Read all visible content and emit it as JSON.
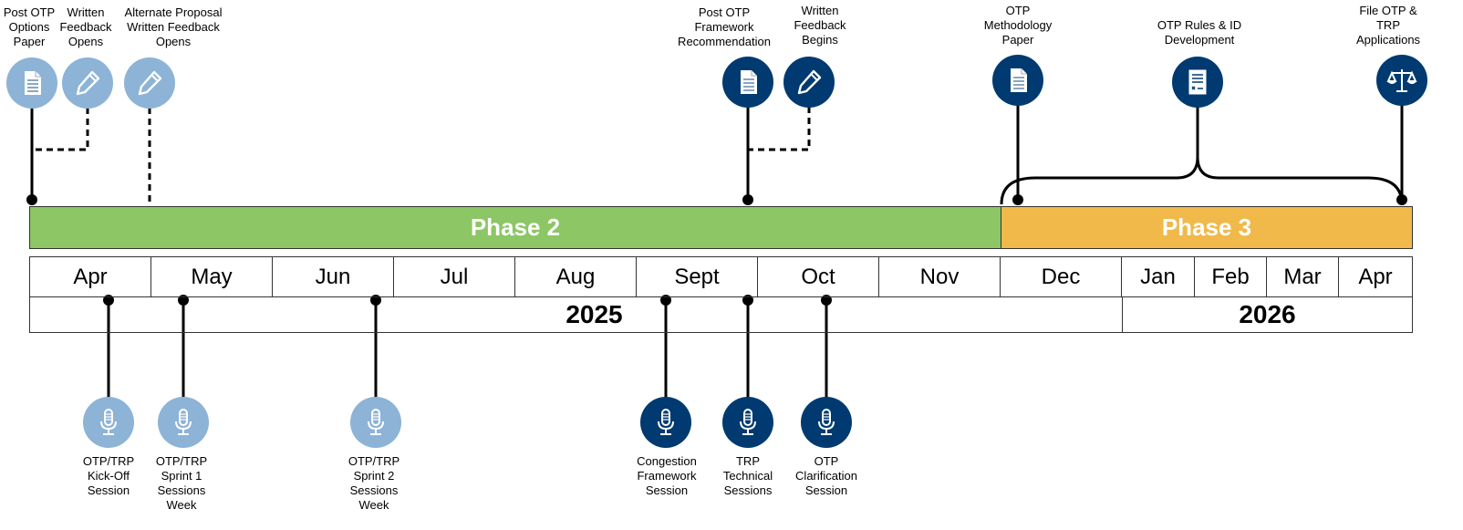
{
  "phases": [
    {
      "label": "Phase 2",
      "color": "#8cc665"
    },
    {
      "label": "Phase 3",
      "color": "#f0b94a"
    }
  ],
  "months": [
    "Apr",
    "May",
    "Jun",
    "Jul",
    "Aug",
    "Sept",
    "Oct",
    "Nov",
    "Dec",
    "Jan",
    "Feb",
    "Mar",
    "Apr"
  ],
  "years": [
    "2025",
    "2026"
  ],
  "top_events": [
    {
      "label": "Post OTP\nOptions\nPaper",
      "icon": "document-icon",
      "tone": "light"
    },
    {
      "label": "Written\nFeedback\nOpens",
      "icon": "pencil-icon",
      "tone": "light"
    },
    {
      "label": "Alternate Proposal\nWritten Feedback\nOpens",
      "icon": "pencil-icon",
      "tone": "light"
    },
    {
      "label": "Post OTP\nFramework\nRecommendation",
      "icon": "document-icon",
      "tone": "dark"
    },
    {
      "label": "Written\nFeedback\nBegins",
      "icon": "pencil-icon",
      "tone": "dark"
    },
    {
      "label": "OTP\nMethodology\nPaper",
      "icon": "document-icon",
      "tone": "dark"
    },
    {
      "label": "OTP Rules & ID\nDevelopment",
      "icon": "form-icon",
      "tone": "dark"
    },
    {
      "label": "File OTP &\nTRP\nApplications",
      "icon": "scales-icon",
      "tone": "dark"
    }
  ],
  "bottom_events": [
    {
      "label": "OTP/TRP\nKick-Off\nSession",
      "icon": "microphone-icon",
      "tone": "light"
    },
    {
      "label": "OTP/TRP\nSprint 1\nSessions\nWeek",
      "icon": "microphone-icon",
      "tone": "light"
    },
    {
      "label": "OTP/TRP\nSprint 2\nSessions\nWeek",
      "icon": "microphone-icon",
      "tone": "light"
    },
    {
      "label": "Congestion\nFramework\nSession",
      "icon": "microphone-icon",
      "tone": "dark"
    },
    {
      "label": "TRP\nTechnical\nSessions",
      "icon": "microphone-icon",
      "tone": "dark"
    },
    {
      "label": "OTP\nClarification\nSession",
      "icon": "microphone-icon",
      "tone": "dark"
    }
  ],
  "colors": {
    "light_icon": "#8db3d6",
    "dark_icon": "#003a70",
    "line": "#000000"
  }
}
